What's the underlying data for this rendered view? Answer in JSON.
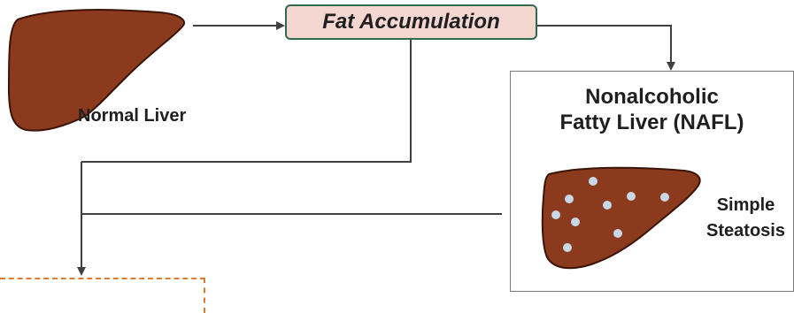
{
  "diagram": {
    "normal_liver_label": "Normal Liver",
    "fat_accumulation_label": "Fat Accumulation",
    "nafl_title_line1": "Nonalcoholic",
    "nafl_title_line2": "Fatty Liver (NAFL)",
    "simple_steatosis_line1": "Simple",
    "simple_steatosis_line2": "Steatosis"
  },
  "colors": {
    "liver_fill": "#8b3a1d",
    "liver_stroke": "#3a1408",
    "fat_droplet": "#c8d8e6",
    "fat_box_fill": "#f4d7d0",
    "fat_box_border": "#2d6b4b",
    "arrow": "#404040",
    "dashed_box": "#e07a2e"
  },
  "icons": {
    "normal_liver": "liver-icon",
    "fatty_liver": "fatty-liver-icon"
  }
}
